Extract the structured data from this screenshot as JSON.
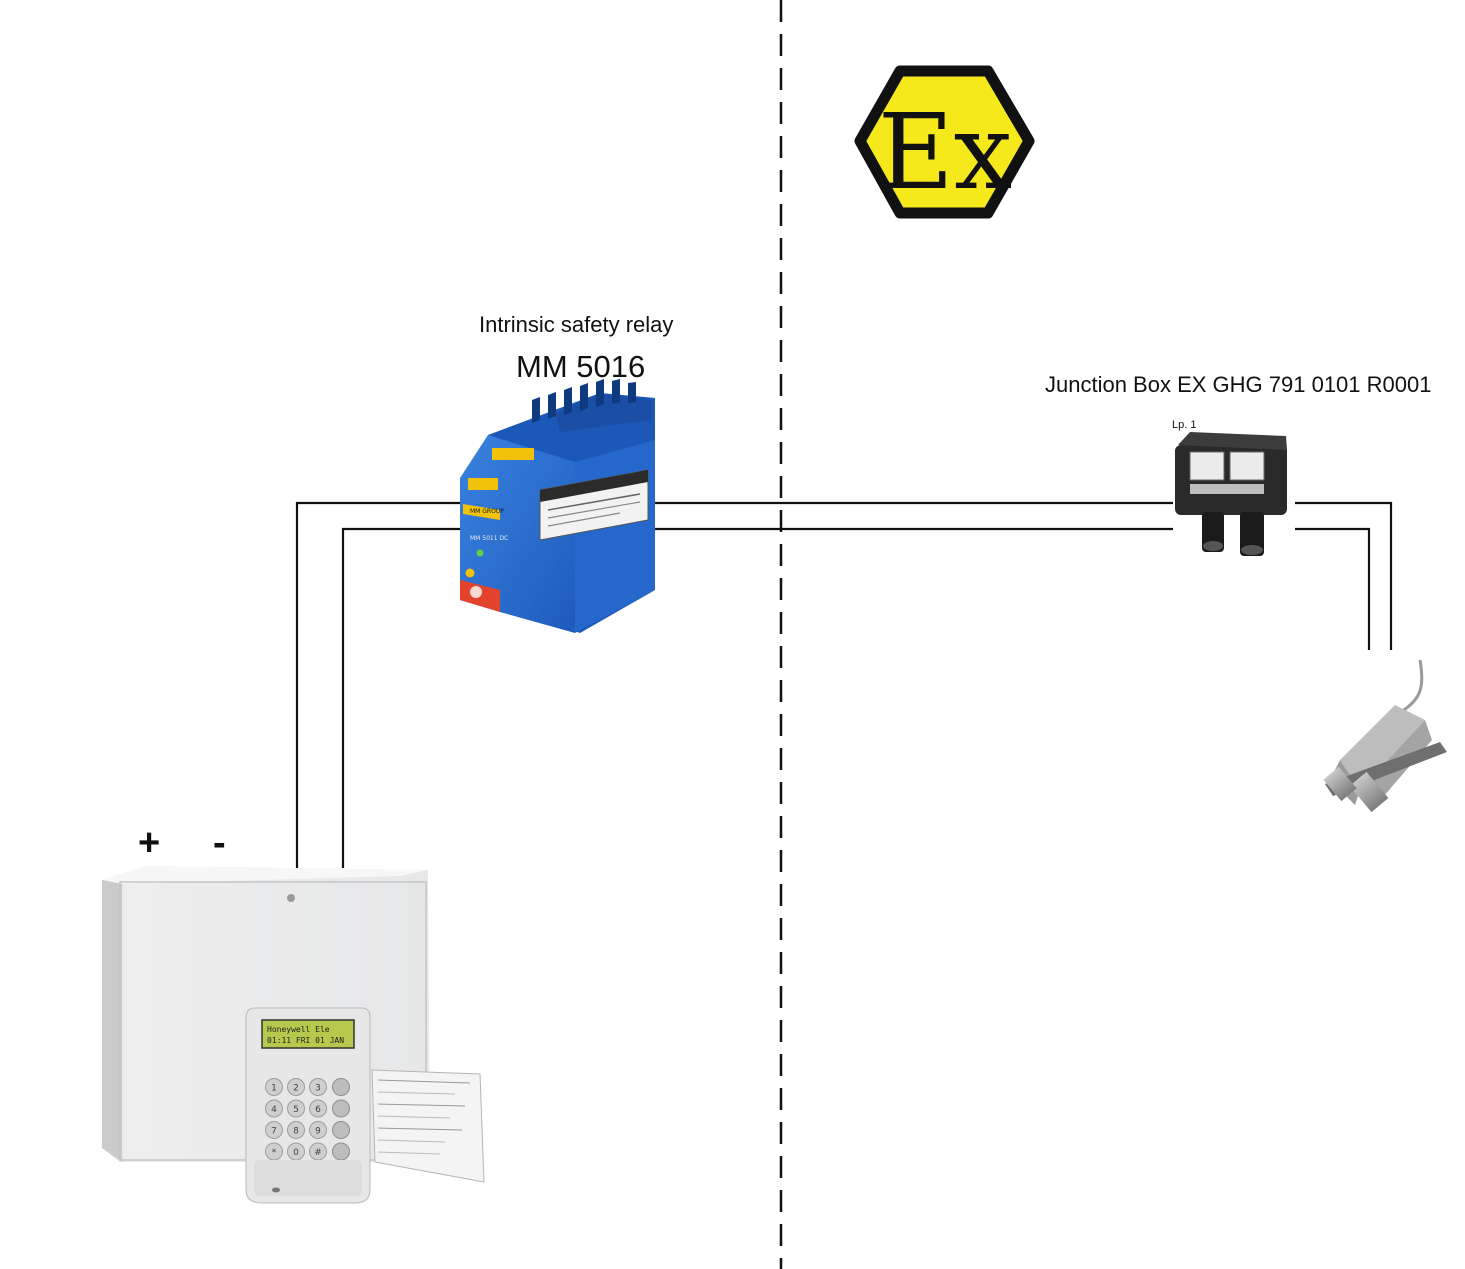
{
  "relay": {
    "title": "Intrinsic safety relay",
    "model": "MM 5016",
    "front_text": "MM 5011 DC",
    "brand": "MM GROUP",
    "color": "#2a6fd4"
  },
  "junction_box": {
    "title": "Junction Box EX GHG 791 0101 R0001",
    "tag": "Lp. 1"
  },
  "panel": {
    "plus": "+",
    "minus": "-",
    "keypad_display": [
      "Honeywell Ele",
      "01:11 FRI 01 JAN"
    ],
    "keypad_keys": [
      "1",
      "2",
      "3",
      "4",
      "5",
      "6",
      "7",
      "8",
      "9",
      "*",
      "0",
      "#"
    ]
  },
  "ex_symbol": {
    "text": "Ex",
    "fill": "#f5e81b",
    "stroke": "#111111"
  },
  "icons": [
    "ex-hazard-icon",
    "relay-module-icon",
    "junction-box-icon",
    "magnetic-contact-icon",
    "alarm-panel-icon",
    "keypad-icon"
  ]
}
